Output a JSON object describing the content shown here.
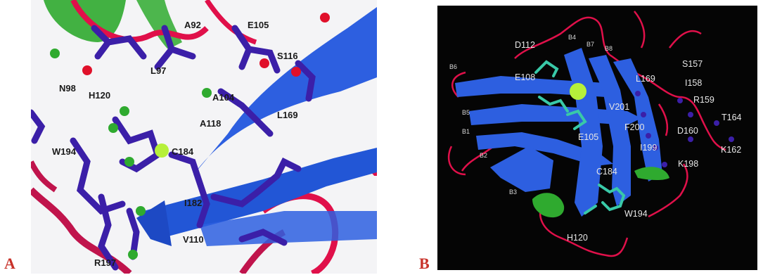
{
  "panel_a": {
    "letter": "A",
    "residues": [
      "A92",
      "E105",
      "N98",
      "L97",
      "S116",
      "H120",
      "A104",
      "L169",
      "A118",
      "W194",
      "C184",
      "I182",
      "V110",
      "R197"
    ]
  },
  "panel_b": {
    "letter": "B",
    "residues": [
      "D112",
      "E108",
      "S157",
      "L169",
      "I158",
      "R159",
      "V201",
      "T164",
      "F200",
      "E105",
      "D160",
      "I199",
      "K162",
      "K198",
      "C184",
      "W194",
      "H120"
    ],
    "strands": [
      "B4",
      "B7",
      "B8",
      "B6",
      "B5",
      "B1",
      "B2",
      "B3"
    ]
  },
  "colors": {
    "helix_green": "#2faa2f",
    "sheet_blue": "#2d5fe0",
    "coil_red": "#e0104a",
    "stick_purple": "#3b1fa8",
    "oxygen_red": "#e0102a",
    "zinc_yellow": "#b6f03a",
    "sidechain_cyan": "#39c9a8",
    "letter_red": "#c8322a"
  }
}
